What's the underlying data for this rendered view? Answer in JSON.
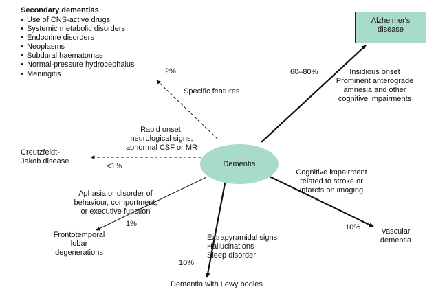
{
  "center": {
    "label": "Dementia",
    "fill": "#a8dcc9"
  },
  "alzheimer": {
    "label": "Alzheimer's\ndisease",
    "percent": "60–80%",
    "features": "Insidious onset\nProminent anterograde\namnesia and other\ncognitive impairments"
  },
  "secondary": {
    "title": "Secondary dementias",
    "items": [
      "Use of CNS-active drugs",
      "Systemic metabolic disorders",
      "Endocrine disorders",
      "Neoplasms",
      "Subdural haematomas",
      "Normal-pressure hydrocephalus",
      "Meningitis"
    ],
    "percent": "2%",
    "features": "Specific features"
  },
  "cjd": {
    "label": "Creutzfeldt-\nJakob disease",
    "percent": "<1%",
    "features": "Rapid onset,\nneurological signs,\nabnormal CSF or MR"
  },
  "ftld": {
    "label": "Frontotemporal\nlobar\ndegenerations",
    "percent": "1%",
    "features": "Aphasia or disorder of\nbehaviour, comportment,\nor executive function"
  },
  "lewy": {
    "label": "Dementia with Lewy bodies",
    "percent": "10%",
    "features": "Extrapyramidal signs\nHallucinations\nSleep disorder"
  },
  "vascular": {
    "label": "Vascular\ndementia",
    "percent": "10%",
    "features": "Cognitive impairment\nrelated to stroke or\ninfarcts on imaging"
  }
}
